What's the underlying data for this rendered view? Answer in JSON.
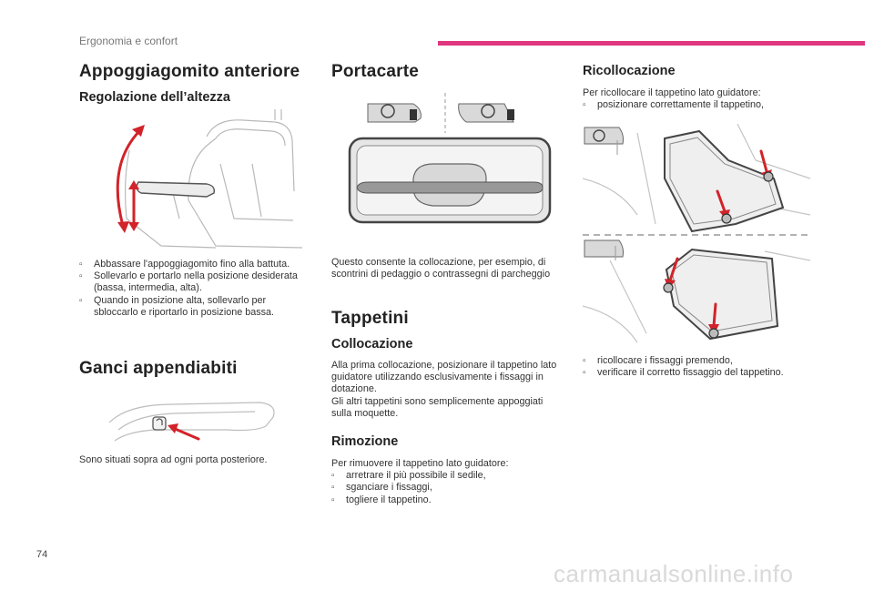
{
  "header": {
    "section_title": "Ergonomia e confort"
  },
  "col1": {
    "title": "Appoggiagomito anteriore",
    "subtitle": "Regolazione dell’altezza",
    "bullets": [
      "Abbassare l'appoggiagomito fino alla battuta.",
      "Sollevarlo e portarlo nella posizione desiderata (bassa, intermedia, alta).",
      "Quando in posizione alta, sollevarlo per sbloccarlo e riportarlo in posizione bassa."
    ],
    "hooks_title": "Ganci appendiabiti",
    "hooks_text": "Sono situati sopra ad ogni porta posteriore."
  },
  "col2": {
    "title": "Portacarte",
    "portacarte_text": "Questo consente la collocazione, per esempio, di scontrini di pedaggio o contrassegni di parcheggio",
    "mats_title": "Tappetini",
    "collocazione_title": "Collocazione",
    "collocazione_text1": "Alla prima collocazione, posizionare il tappetino lato guidatore utilizzando esclusivamente i fissaggi in dotazione.",
    "collocazione_text2": "Gli altri tappetini sono semplicemente appoggiati sulla moquette.",
    "rimozione_title": "Rimozione",
    "rimozione_intro": "Per rimuovere il tappetino lato guidatore:",
    "rimozione_bullets": [
      "arretrare il più possibile il sedile,",
      "sganciare i fissaggi,",
      "togliere il tappetino."
    ]
  },
  "col3": {
    "title": "Ricollocazione",
    "intro": "Per ricollocare il tappetino lato guidatore:",
    "bullets_top": [
      "posizionare correttamente il tappetino,"
    ],
    "bullets_bottom": [
      "ricollocare i fissaggi premendo,",
      "verificare il corretto fissaggio del tappetino."
    ]
  },
  "footer": {
    "page_number": "74",
    "watermark": "carmanualsonline.info"
  },
  "colors": {
    "accent": "#e0357f",
    "arrow_red": "#d2232a"
  }
}
